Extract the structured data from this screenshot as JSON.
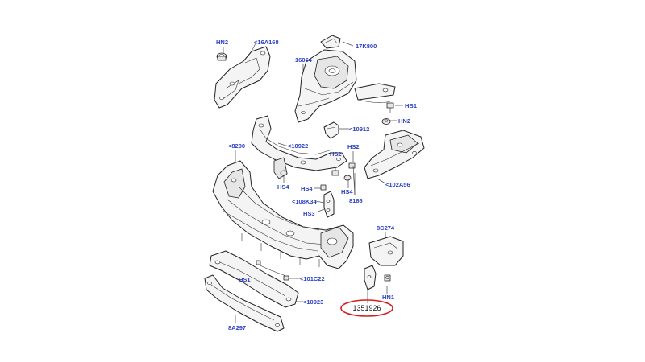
{
  "labels": {
    "hn2_top": "HN2",
    "a16a168": "<16A168",
    "k17k800": "17K800",
    "p16054": "16054",
    "hb1": "HB1",
    "hn2_right": "HN2",
    "p10912": "<10912",
    "p8200": "<8200",
    "p10922": "<10922",
    "hs2_a": "HS2",
    "hs2_b": "HS2",
    "hs4_a": "HS4",
    "hs4_b": "HS4",
    "hs4_c": "HS4",
    "p108k34": "<108K34",
    "hs3": "HS3",
    "p8186": "8186",
    "p102a56": "<102A56",
    "p8c274": "8C274",
    "hs1": "HS1",
    "p101c22": "<101C22",
    "hn1": "HN1",
    "p10923": "<10923",
    "p8a297": "8A297"
  },
  "highlight": {
    "part_number": "1351926",
    "ring_color": "#d21f1f"
  },
  "colors": {
    "label": "#2a3fc4",
    "line": "#222222"
  }
}
